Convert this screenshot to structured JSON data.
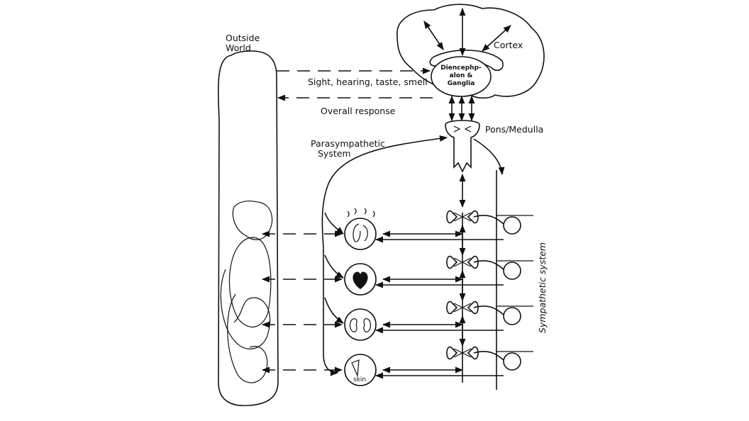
{
  "labels": {
    "outside_world_line1": "Outside",
    "outside_world_line2": "World",
    "cortex": "Cortex",
    "diencephalon_line1": "Diencephp-",
    "diencephalon_line2": "alon &",
    "diencephalon_line3": "Ganglia",
    "senses": "Sight, hearing, taste, smell",
    "overall_response": "Overall response",
    "pons_medulla": "Pons/Medulla",
    "parasympathetic_line1": "Parasympathetic",
    "parasympathetic_line2": "System",
    "sympathetic_system": "Sympathetic system",
    "skin": "skin"
  },
  "icons": [
    "brain-icon",
    "lungs-icon",
    "heart-icon",
    "kidneys-icon",
    "skin-icon",
    "spinal-segment-icon",
    "ganglion-icon"
  ],
  "colors": {
    "ink": "#111111",
    "background": "#ffffff",
    "stipple": "#555555"
  }
}
